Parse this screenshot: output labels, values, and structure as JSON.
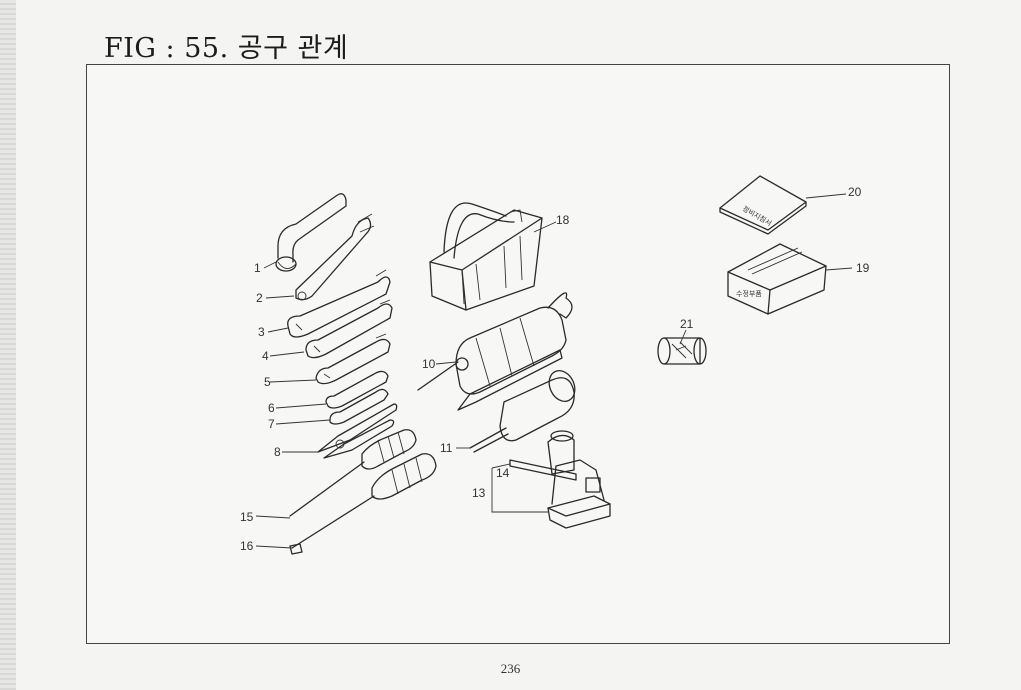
{
  "figure": {
    "title": "FIG : 55. 공구 관계"
  },
  "callouts": {
    "c1": "1",
    "c2": "2",
    "c3": "3",
    "c4": "4",
    "c5": "5",
    "c6": "6",
    "c7": "7",
    "c8": "8",
    "c10": "10",
    "c11": "11",
    "c13": "13",
    "c14": "14",
    "c15": "15",
    "c16": "16",
    "c18": "18",
    "c19": "19",
    "c20": "20",
    "c21": "21"
  },
  "item_text": {
    "manual_label": "정비지침서",
    "box_label": "수정부품"
  },
  "page": {
    "number": "236"
  }
}
